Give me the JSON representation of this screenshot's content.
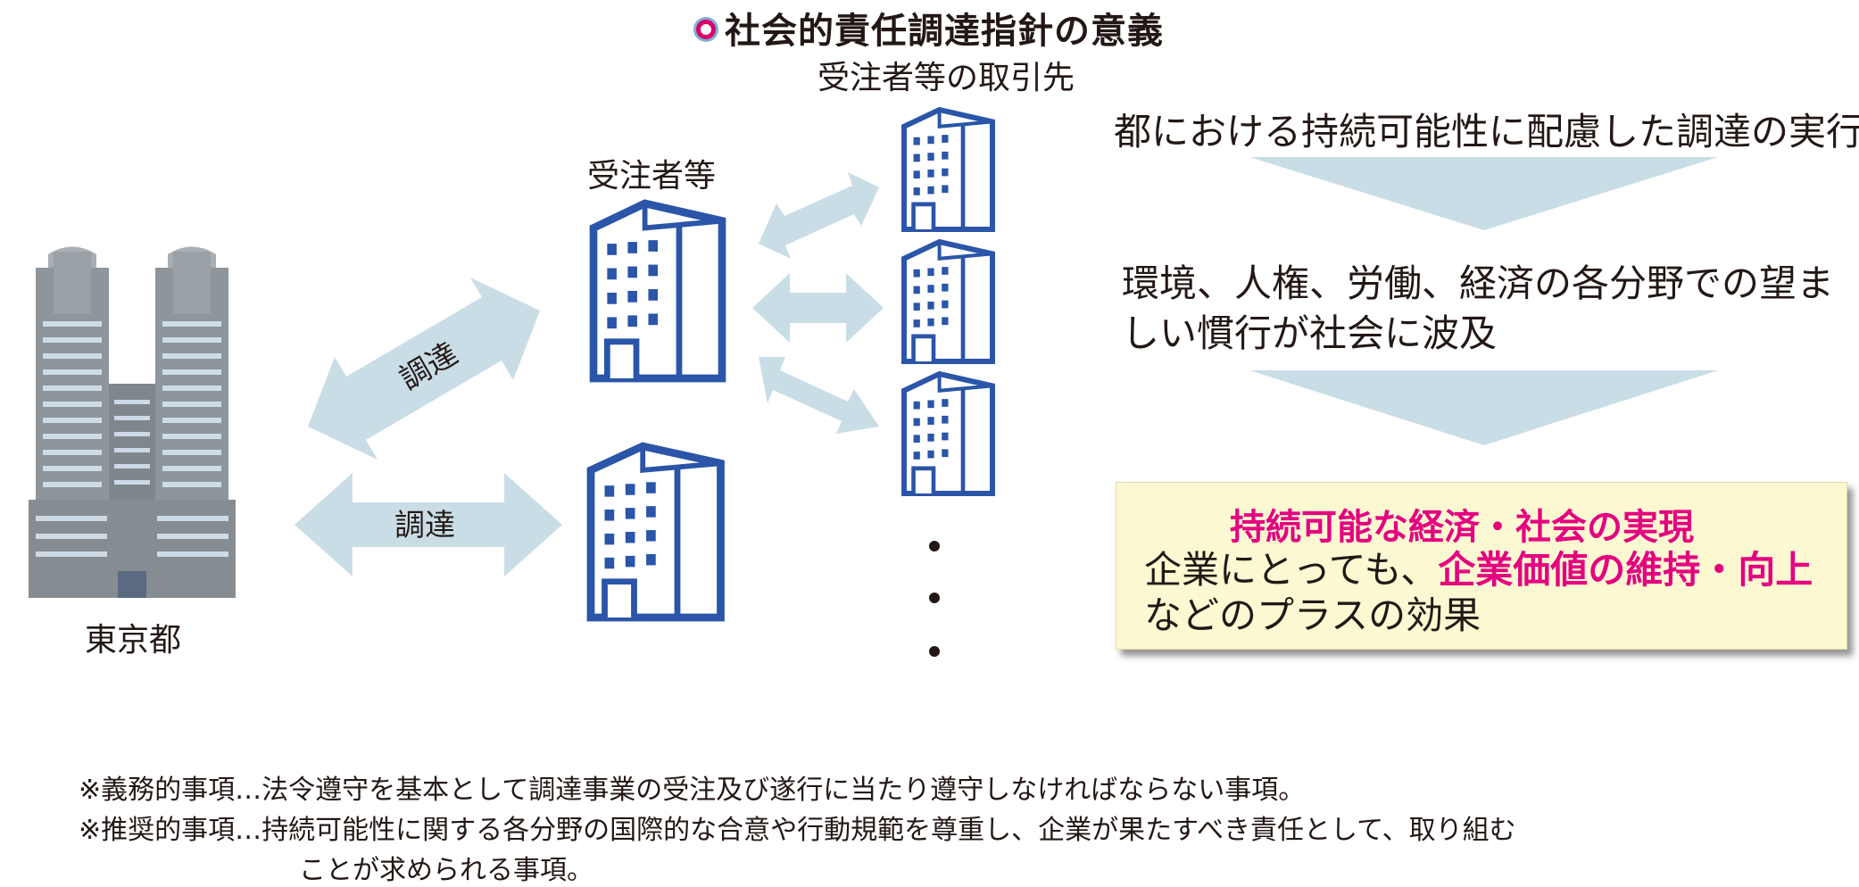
{
  "title": "社会的責任調達指針の意義",
  "labels": {
    "partners": "受注者等の取引先",
    "contractors": "受注者等",
    "tokyo": "東京都",
    "arrow_upper": "調達",
    "arrow_lower": "調達"
  },
  "right": {
    "line1": "都における持続可能性に配慮した調達の実行",
    "line2": "環境、人権、労働、経済の各分野での望ましい慣行が社会に波及"
  },
  "result": {
    "heading": "持続可能な経済・社会の実現",
    "line1_prefix": "企業にとっても、",
    "line1_highlight": "企業価値の維持・向上",
    "line2": "などのプラスの効果"
  },
  "notes": {
    "note1": "※義務的事項…法令遵守を基本として調達事業の受注及び遂行に当たり遵守しなければならない事項。",
    "note2": "※推奨的事項…持続可能性に関する各分野の国際的な合意や行動規範を尊重し、企業が果たすべき責任として、取り組む",
    "note2_cont": "ことが求められる事項。"
  },
  "colors": {
    "arrow": "#c9dde6",
    "building": "#2a55a8",
    "tokyo_building": "#8e959b",
    "highlight": "#e4007f",
    "box_bg": "#fbf8d2"
  },
  "icons": [
    "tokyo-government-building-icon",
    "office-building-icon",
    "bidirectional-arrow-icon",
    "chevron-down-icon"
  ]
}
